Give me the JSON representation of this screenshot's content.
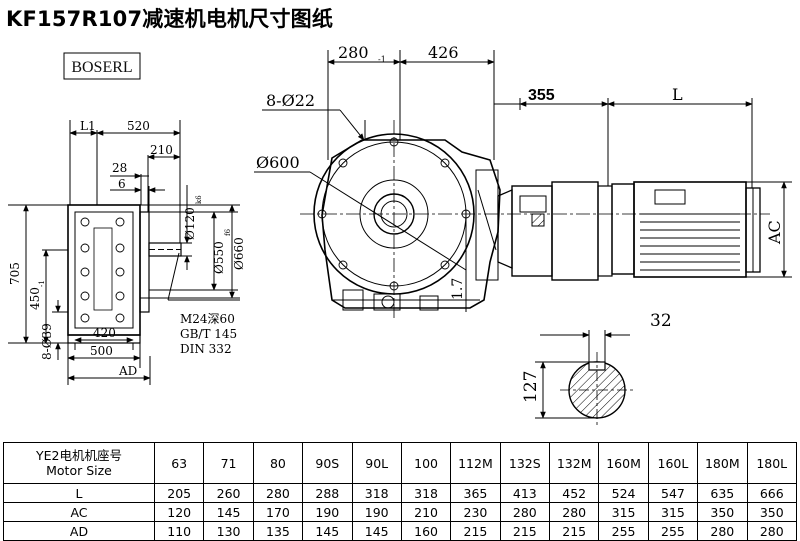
{
  "title": "KF157R107减速机电机尺寸图纸",
  "brand_logo": "BOSERL",
  "dimensions": {
    "left_view": {
      "l1": "L1",
      "w520": "520",
      "w210": "210",
      "w28": "28",
      "w6": "6",
      "d120": "Ø120",
      "d120_tol": "k6",
      "d550": "Ø550",
      "d550_tol": "f6",
      "d660": "Ø660",
      "h705": "705",
      "h450": "450",
      "h450_tol": "-1",
      "holes": "8-Ø39",
      "w420": "420",
      "w500": "500",
      "ad": "AD",
      "thread_1": "M24深60",
      "thread_2": "GB/T 145",
      "thread_3": "DIN 332"
    },
    "main_view": {
      "w280": "280",
      "w280_tol": "-1",
      "w426": "426",
      "holes": "8-Ø22",
      "d600": "Ø600",
      "h17": "1.7",
      "w355": "355",
      "l": "L",
      "ac": "AC"
    },
    "section_view": {
      "key": "32",
      "height": "127"
    }
  },
  "table": {
    "header_cn": "YE2电机机座号",
    "header_en": "Motor Size",
    "sizes": [
      "63",
      "71",
      "80",
      "90S",
      "90L",
      "100",
      "112M",
      "132S",
      "132M",
      "160M",
      "160L",
      "180M",
      "180L"
    ],
    "rows": [
      {
        "label": "L",
        "values": [
          "205",
          "260",
          "280",
          "288",
          "318",
          "318",
          "365",
          "413",
          "452",
          "524",
          "547",
          "635",
          "666"
        ]
      },
      {
        "label": "AC",
        "values": [
          "120",
          "145",
          "170",
          "190",
          "190",
          "210",
          "230",
          "280",
          "280",
          "315",
          "315",
          "350",
          "350"
        ]
      },
      {
        "label": "AD",
        "values": [
          "110",
          "130",
          "135",
          "145",
          "145",
          "160",
          "215",
          "215",
          "215",
          "255",
          "255",
          "280",
          "280"
        ]
      }
    ]
  }
}
